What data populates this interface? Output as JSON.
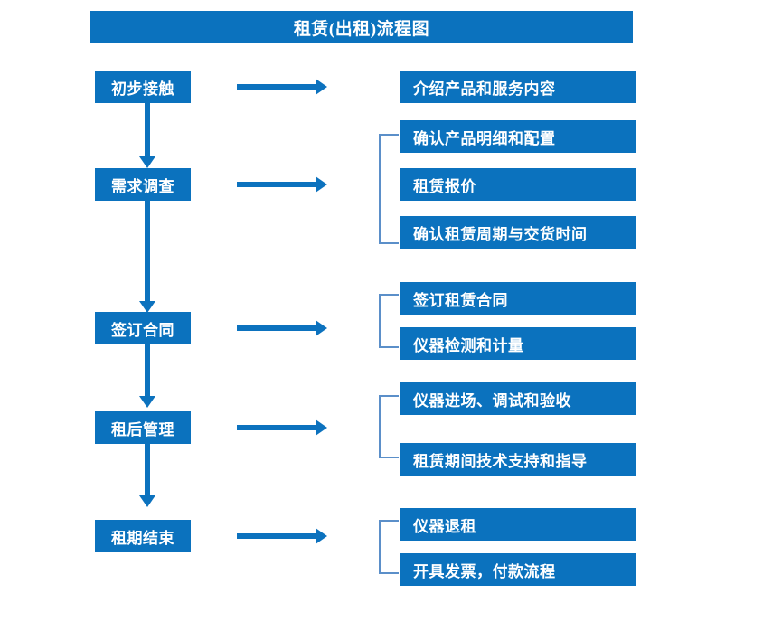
{
  "diagram": {
    "title": "租赁(出租)流程图",
    "accent_color": "#0B72BE",
    "bracket_color": "#5B8FC9",
    "text_color": "#FFFFFF",
    "background_color": "#FFFFFF",
    "stages": [
      {
        "label": "初步接触",
        "details": [
          "介绍产品和服务内容"
        ],
        "bracket": false
      },
      {
        "label": "需求调查",
        "details": [
          "确认产品明细和配置",
          "租赁报价",
          "确认租赁周期与交货时间"
        ],
        "bracket": true
      },
      {
        "label": "签订合同",
        "details": [
          "签订租赁合同",
          "仪器检测和计量"
        ],
        "bracket": true
      },
      {
        "label": "租后管理",
        "details": [
          "仪器进场、调试和验收",
          "租赁期间技术支持和指导"
        ],
        "bracket": true
      },
      {
        "label": "租期结束",
        "details": [
          "仪器退租",
          "开具发票，付款流程"
        ],
        "bracket": true
      }
    ],
    "connectors": {
      "right_arrow_count": 5,
      "down_arrow_count": 4,
      "right_arrow_icon": "arrow-right-icon",
      "down_arrow_icon": "arrow-down-icon"
    }
  }
}
